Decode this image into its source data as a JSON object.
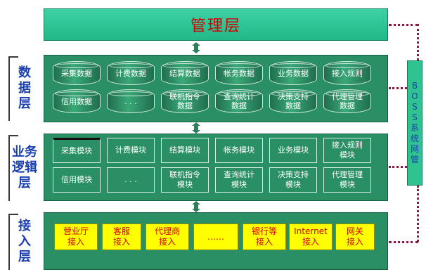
{
  "management": {
    "label": "管理层"
  },
  "layers": [
    {
      "label": "数据层",
      "label_chars": [
        "数",
        "据",
        "层"
      ]
    },
    {
      "label": "业务逻辑层",
      "label_chars": [
        "业务",
        "逻辑",
        "层"
      ]
    },
    {
      "label": "接入层",
      "label_chars": [
        "接",
        "入",
        "层"
      ]
    }
  ],
  "data_layer": {
    "row1": [
      "采集数据",
      "计费数据",
      "结算数据",
      "帐务数据",
      "业务数据",
      "接入规则"
    ],
    "row2": [
      "信用数据",
      ". . .",
      "联机指令\n数据",
      "查询统计\n数据",
      "决策支持\n数据",
      "代理管理\n数据"
    ]
  },
  "logic_layer": {
    "row1": [
      "采集模块",
      "计费模块",
      "结算模块",
      "帐务模块",
      "业务模块",
      "接入规则\n模块"
    ],
    "row2": [
      "信用模块",
      ". . .",
      "联机指令\n模块",
      "查询统计\n模块",
      "决策支持\n模块",
      "代理管理\n模块"
    ]
  },
  "access_layer": {
    "items": [
      "营业厅\n接入",
      "客服\n接入",
      "代理商\n接入",
      "……",
      "银行等\n接入",
      "Internet\n接入",
      "网关\n接入"
    ]
  },
  "boss": {
    "label": "BOSS系统网管",
    "chars": [
      "B",
      "O",
      "S",
      "S",
      "系",
      "统",
      "网",
      "管"
    ]
  },
  "colors": {
    "panel": "#2a8f63",
    "management": "#2fc48f",
    "label_text": "#1a3fb0",
    "access_box": "#ffff00",
    "access_text": "#d40000",
    "dotted_link": "#8a1a3a"
  }
}
